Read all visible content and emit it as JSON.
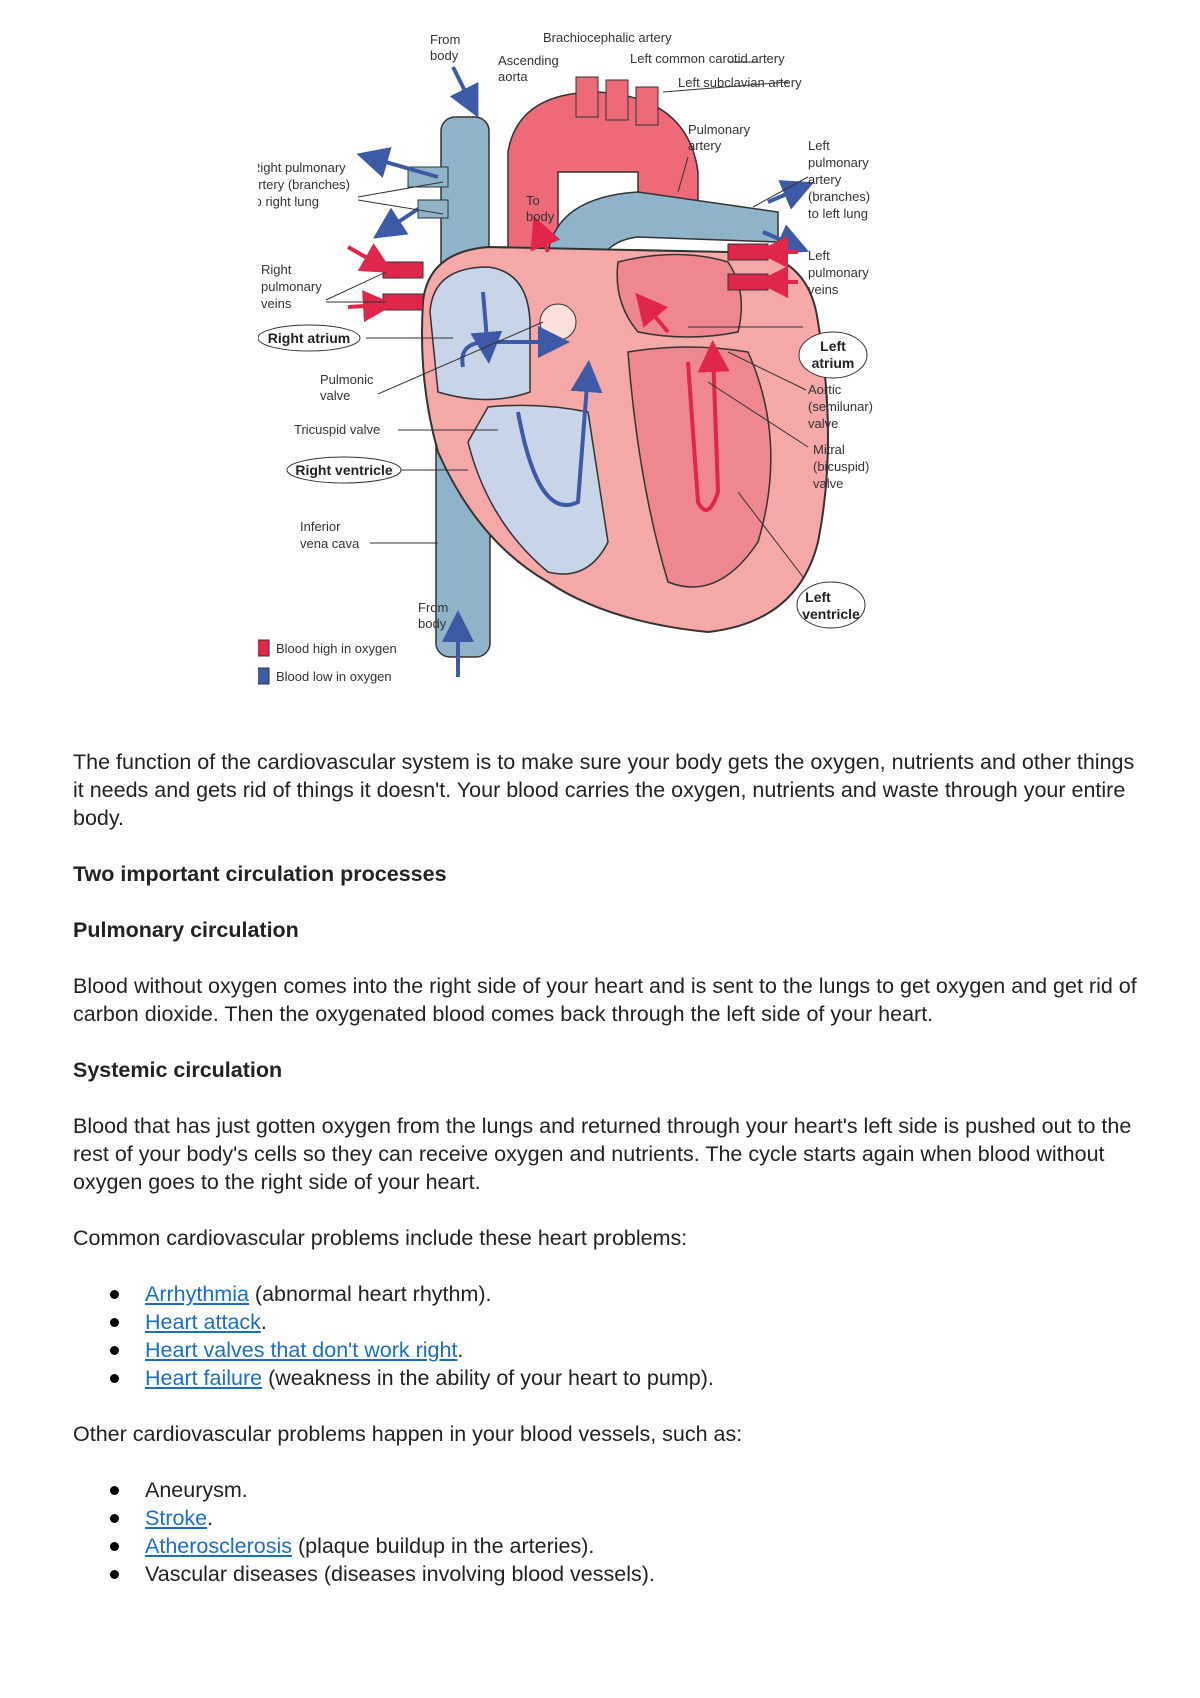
{
  "diagram": {
    "labels": {
      "from_body_top": [
        "From",
        "body"
      ],
      "ascending_aorta": [
        "Ascending",
        "aorta"
      ],
      "brachiocephalic": "Brachiocephalic artery",
      "left_common_carotid": "Left common carotid artery",
      "left_subclavian": "Left subclavian artery",
      "pulmonary_artery": [
        "Pulmonary",
        "artery"
      ],
      "left_pulmonary_artery": [
        "Left",
        "pulmonary",
        "artery",
        "(branches)",
        "to left lung"
      ],
      "right_pulmonary_artery": [
        "Right pulmonary",
        "artery (branches)",
        "to right lung"
      ],
      "to_body": [
        "To",
        "body"
      ],
      "right_pulmonary_veins": [
        "Right",
        "pulmonary",
        "veins"
      ],
      "left_pulmonary_veins": [
        "Left",
        "pulmonary",
        "veins"
      ],
      "right_atrium": "Right atrium",
      "left_atrium": [
        "Left",
        "atrium"
      ],
      "pulmonic_valve": [
        "Pulmonic",
        "valve"
      ],
      "aortic_valve": [
        "Aortic",
        "(semilunar)",
        "valve"
      ],
      "tricuspid_valve": "Tricuspid valve",
      "mitral_valve": [
        "Mitral",
        "(bicuspid)",
        "valve"
      ],
      "right_ventricle": "Right ventricle",
      "inferior_vena_cava": [
        "Inferior",
        "vena cava"
      ],
      "from_body_bottom": [
        "From",
        "body"
      ],
      "left_ventricle": [
        "Left",
        "ventricle"
      ]
    },
    "legend": [
      {
        "label": "Blood high in oxygen",
        "color": "#e0264a"
      },
      {
        "label": "Blood low in oxygen",
        "color": "#3d5aa6"
      }
    ]
  },
  "intro": "The function of the cardiovascular system is to make sure your body gets the oxygen, nutrients and other things it needs and gets rid of things it doesn't. Your blood carries the oxygen, nutrients and waste through your entire body.",
  "heading_two": "Two important circulation processes",
  "pulmonary": {
    "heading": "Pulmonary circulation",
    "text": "Blood without oxygen comes into the right side of your heart and is sent to the lungs to get oxygen and get rid of carbon dioxide. Then the oxygenated blood comes back through the left side of your heart."
  },
  "systemic": {
    "heading": "Systemic circulation",
    "text": "Blood that has just gotten oxygen from the lungs and returned through your heart's left side is pushed out to the rest of your body's cells so they can receive oxygen and nutrients. The cycle starts again when blood without oxygen goes to the right side of your heart."
  },
  "heart_problems": {
    "intro": "Common cardiovascular problems include these heart problems:",
    "items": [
      {
        "link": "Arrhythmia",
        "rest": " (abnormal heart rhythm)."
      },
      {
        "link": "Heart attack",
        "rest": "."
      },
      {
        "link": "Heart valves that don't work right",
        "rest": "."
      },
      {
        "link": "Heart failure",
        "rest": " (weakness in the ability of your heart to pump)."
      }
    ]
  },
  "vessel_problems": {
    "intro": "Other cardiovascular problems happen in your blood vessels, such as:",
    "items": [
      {
        "link": "",
        "rest": "Aneurysm."
      },
      {
        "link": "Stroke",
        "rest": "."
      },
      {
        "link": "Atherosclerosis",
        "rest": " (plaque buildup in the arteries)."
      },
      {
        "link": "",
        "rest": "Vascular diseases (diseases involving blood vessels)."
      }
    ]
  }
}
